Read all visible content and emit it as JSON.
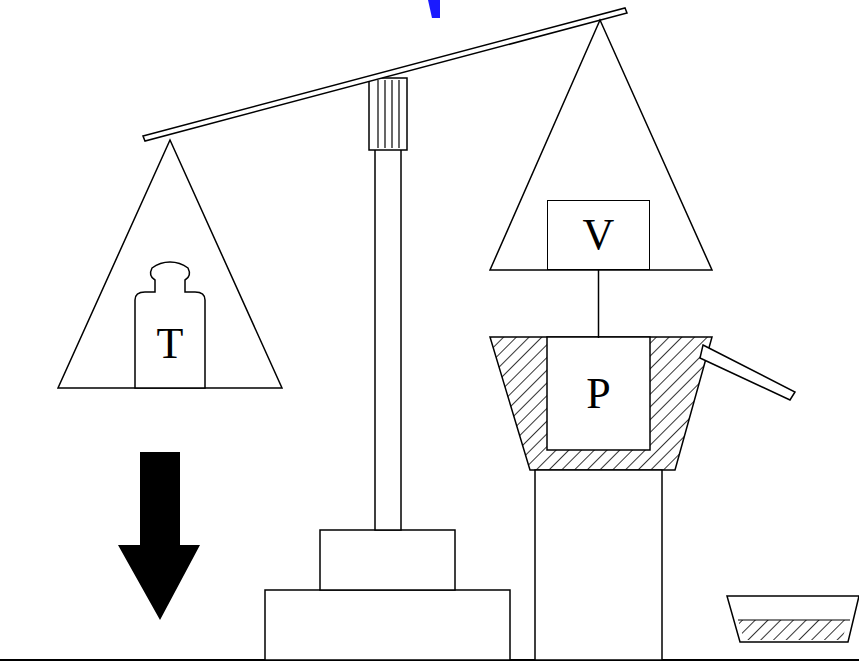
{
  "diagram": {
    "nodes": [
      {
        "text": [
          "T"
        ]
      },
      {
        "text": [
          "V"
        ]
      },
      {
        "text": [
          "P"
        ]
      }
    ],
    "edges": [
      {
        "from": 1,
        "to": 2,
        "arrow": "none"
      }
    ]
  }
}
